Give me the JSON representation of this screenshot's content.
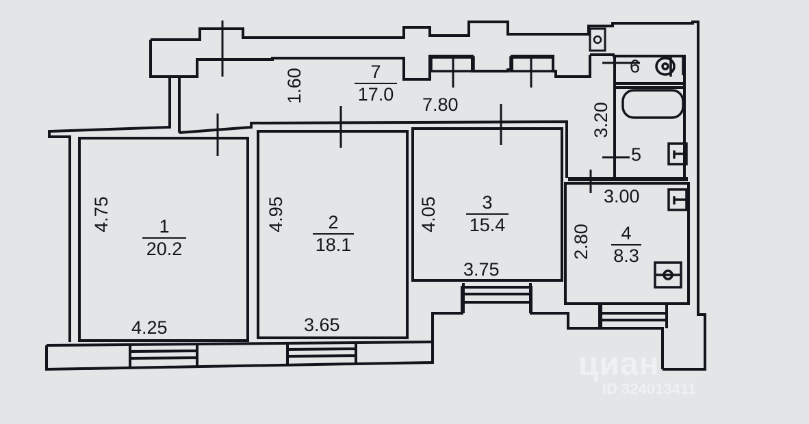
{
  "plan": {
    "type": "apartment-floor-plan",
    "colors": {
      "background": "#e4e5e7",
      "line": "#14141c",
      "watermark": "#f2f2f4"
    },
    "rooms": [
      {
        "number": "1",
        "area": "20.2",
        "width": "4.25",
        "length": "4.75"
      },
      {
        "number": "2",
        "area": "18.1",
        "width": "3.65",
        "length": "4.95"
      },
      {
        "number": "3",
        "area": "15.4",
        "width": "3.75",
        "length": "4.05"
      },
      {
        "number": "4",
        "area": "8.3",
        "width": "3.00",
        "length": "2.80"
      },
      {
        "number": "5"
      },
      {
        "number": "6"
      },
      {
        "number": "7",
        "area": "17.0",
        "width": "7.80",
        "length": "1.60"
      }
    ],
    "dimensions": {
      "corridor_height": "1.60",
      "corridor_length": "7.80",
      "bath_height": "3.20",
      "room1_height": "4.75",
      "room1_width": "4.25",
      "room2_height": "4.95",
      "room2_width": "3.65",
      "room3_height": "4.05",
      "room3_width": "3.75",
      "room4_height": "2.80",
      "room4_width": "3.00"
    },
    "fixtures": [
      "toilet-icon",
      "bathtub-icon",
      "sink-icon",
      "sink-icon",
      "stove-icon"
    ]
  },
  "watermark": {
    "brand": "циан",
    "id": "ID 324013411"
  }
}
